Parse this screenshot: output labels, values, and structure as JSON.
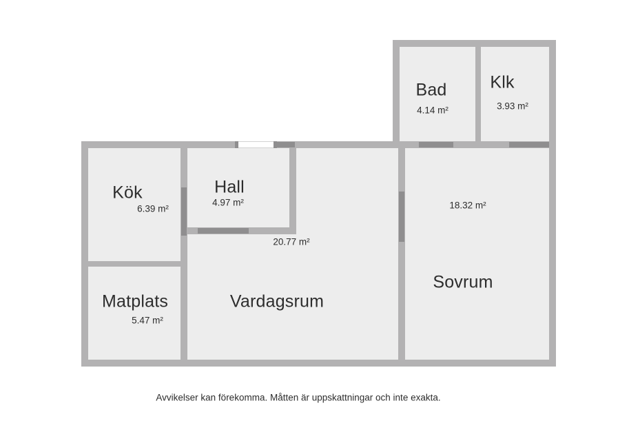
{
  "plan": {
    "rooms": [
      {
        "id": "bad",
        "name": "Bad",
        "area": "4.14 m²"
      },
      {
        "id": "klk",
        "name": "Klk",
        "area": "3.93 m²"
      },
      {
        "id": "kok",
        "name": "Kök",
        "area": "6.39 m²"
      },
      {
        "id": "hall",
        "name": "Hall",
        "area": "4.97 m²"
      },
      {
        "id": "matplats",
        "name": "Matplats",
        "area": "5.47 m²"
      },
      {
        "id": "vardagsrum",
        "name": "Vardagsrum",
        "area": "20.77 m²"
      },
      {
        "id": "sovrum",
        "name": "Sovrum",
        "area": "18.32 m²"
      }
    ],
    "disclaimer": "Avvikelser kan förekomma. Måtten är uppskattningar och inte exakta.",
    "colors": {
      "wall": "#b3b2b3",
      "door": "#8f8e8f",
      "room_fill": "#ededed",
      "text": "#2d2d2d",
      "background": "#ffffff"
    }
  }
}
